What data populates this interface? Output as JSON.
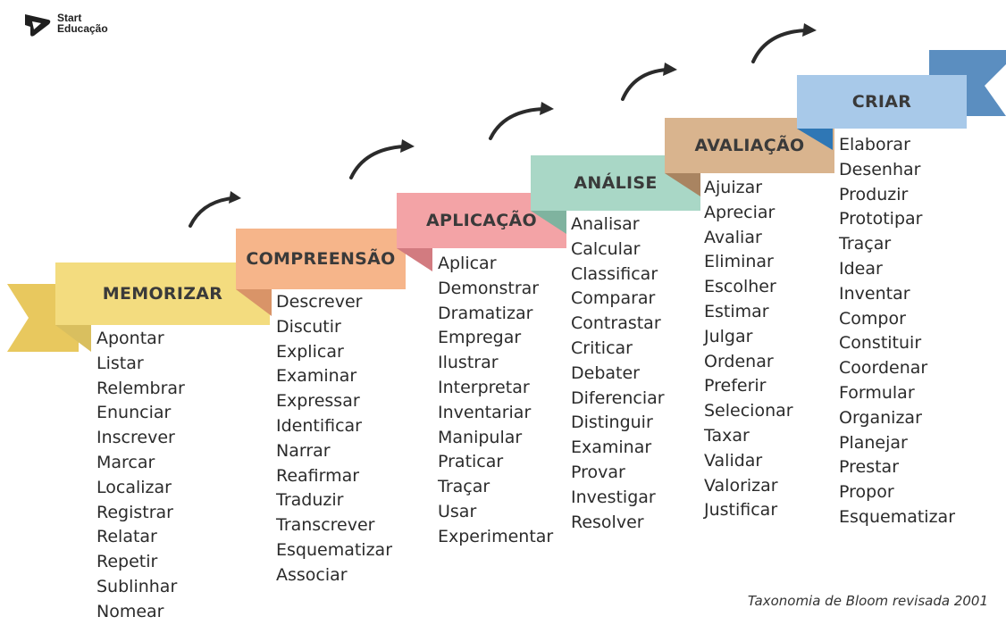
{
  "brand": {
    "line1": "Start",
    "line2": "Educação"
  },
  "levels": [
    {
      "title": "MEMORIZAR",
      "color": "#f3dc7f",
      "shadow": "#d9bf5f",
      "items": [
        "Apontar",
        "Listar",
        "Relembrar",
        "Enunciar",
        "Inscrever",
        "Marcar",
        "Localizar",
        "Registrar",
        "Relatar",
        "Repetir",
        "Sublinhar",
        "Nomear"
      ]
    },
    {
      "title": "COMPREENSÃO",
      "color": "#f6b58a",
      "shadow": "#d99468",
      "items": [
        "Descrever",
        "Discutir",
        "Explicar",
        "Examinar",
        "Expressar",
        "Identificar",
        "Narrar",
        "Reafirmar",
        "Traduzir",
        "Transcrever",
        "Esquematizar",
        "Associar"
      ]
    },
    {
      "title": "APLICAÇÃO",
      "color": "#f3a3a6",
      "shadow": "#d27b80",
      "items": [
        "Aplicar",
        "Demonstrar",
        "Dramatizar",
        "Empregar",
        "Ilustrar",
        "Interpretar",
        "Inventariar",
        "Manipular",
        "Praticar",
        "Traçar",
        "Usar",
        "Experimentar"
      ]
    },
    {
      "title": "ANÁLISE",
      "color": "#a9d7c6",
      "shadow": "#7fb39f",
      "items": [
        "Analisar",
        "Calcular",
        "Classificar",
        "Comparar",
        "Contrastar",
        "Criticar",
        "Debater",
        "Diferenciar",
        "Distinguir",
        "Examinar",
        "Provar",
        "Investigar",
        "Resolver"
      ]
    },
    {
      "title": "AVALIAÇÃO",
      "color": "#d9b48e",
      "shadow": "#a98461",
      "items": [
        "Ajuizar",
        "Apreciar",
        "Avaliar",
        "Eliminar",
        "Escolher",
        "Estimar",
        "Julgar",
        "Ordenar",
        "Preferir",
        "Selecionar",
        "Taxar",
        "Validar",
        "Valorizar",
        "Justificar"
      ]
    },
    {
      "title": "CRIAR",
      "color": "#a8c9e9",
      "shadow": "#2f77b5",
      "items": [
        "Elaborar",
        "Desenhar",
        "Produzir",
        "Prototipar",
        "Traçar",
        "Idear",
        "Inventar",
        "Compor",
        "Constituir",
        "Coordenar",
        "Formular",
        "Organizar",
        "Planejar",
        "Prestar",
        "Propor",
        "Esquematizar"
      ]
    }
  ],
  "credit": "Taxonomia de Bloom revisada 2001"
}
